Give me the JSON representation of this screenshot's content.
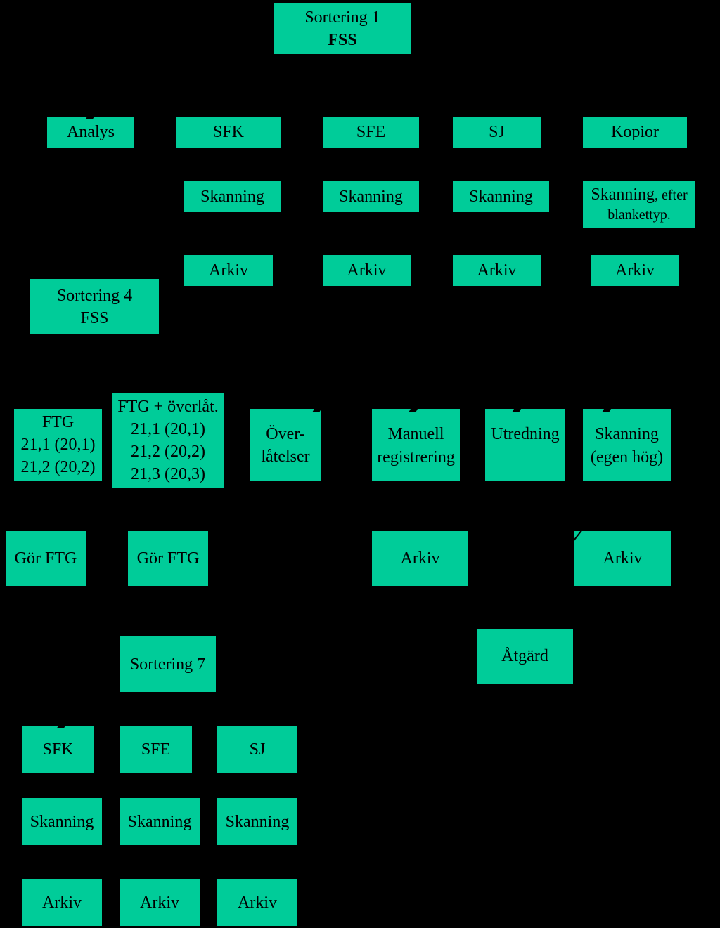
{
  "colors": {
    "background": "#000000",
    "node_fill": "#00cc99",
    "text": "#000000"
  },
  "nodes": {
    "sortering1": {
      "line1": "Sortering  1",
      "line2": "FSS"
    },
    "analys": "Analys",
    "sfk_top": "SFK",
    "sfe_top": "SFE",
    "sj_top": "SJ",
    "kopior": "Kopior",
    "skanning_sfk": "Skanning",
    "skanning_sfe": "Skanning",
    "skanning_sj": "Skanning",
    "skanning_kopior": {
      "main": "Skanning",
      "suffix": ", efter",
      "line2": "blankettyp."
    },
    "arkiv_sfk": "Arkiv",
    "arkiv_sfe": "Arkiv",
    "arkiv_sj": "Arkiv",
    "arkiv_kopior": "Arkiv",
    "sortering4": {
      "line1": "Sortering  4",
      "line2": "FSS"
    },
    "ftg": {
      "line1": "FTG",
      "line2": "21,1  (20,1)",
      "line3": "21,2  (20,2)"
    },
    "ftg_overlat": {
      "line1": "FTG + överlåt.",
      "line2": "21,1  (20,1)",
      "line3": "21,2  (20,2)",
      "line4": "21,3  (20,3)"
    },
    "overlatelser": {
      "line1": "Över-",
      "line2": "låtelser"
    },
    "manuell": {
      "line1": "Manuell",
      "line2": "registrering"
    },
    "utredning": "Utredning",
    "skanning_egen": {
      "line1": "Skanning",
      "line2": "(egen hög)"
    },
    "gor_ftg_1": "Gör FTG",
    "gor_ftg_2": "Gör FTG",
    "arkiv_manuell": "Arkiv",
    "arkiv_egen": "Arkiv",
    "sortering7": "Sortering  7",
    "atgard": "Åtgärd",
    "sfk_bottom": "SFK",
    "sfe_bottom": "SFE",
    "sj_bottom": "SJ",
    "skanning_sfk_bottom": "Skanning",
    "skanning_sfe_bottom": "Skanning",
    "skanning_sj_bottom": "Skanning",
    "arkiv_sfk_bottom": "Arkiv",
    "arkiv_sfe_bottom": "Arkiv",
    "arkiv_sj_bottom": "Arkiv"
  }
}
